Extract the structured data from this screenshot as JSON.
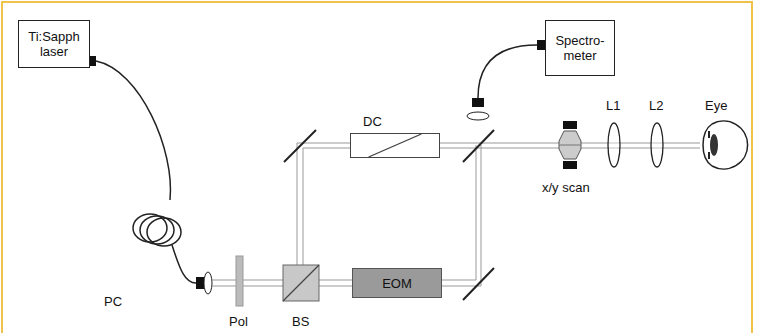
{
  "diagram": {
    "nodes": [
      {
        "text": [
          "Ti:Sapph laser"
        ]
      },
      {
        "text": [
          "Spectro- meter"
        ]
      },
      {
        "text": [
          "DC"
        ]
      },
      {
        "text": [
          "EOM"
        ]
      }
    ],
    "labels": [
      "PC",
      "Pol",
      "BS",
      "x/y scan",
      "L1",
      "L2",
      "Eye"
    ]
  }
}
